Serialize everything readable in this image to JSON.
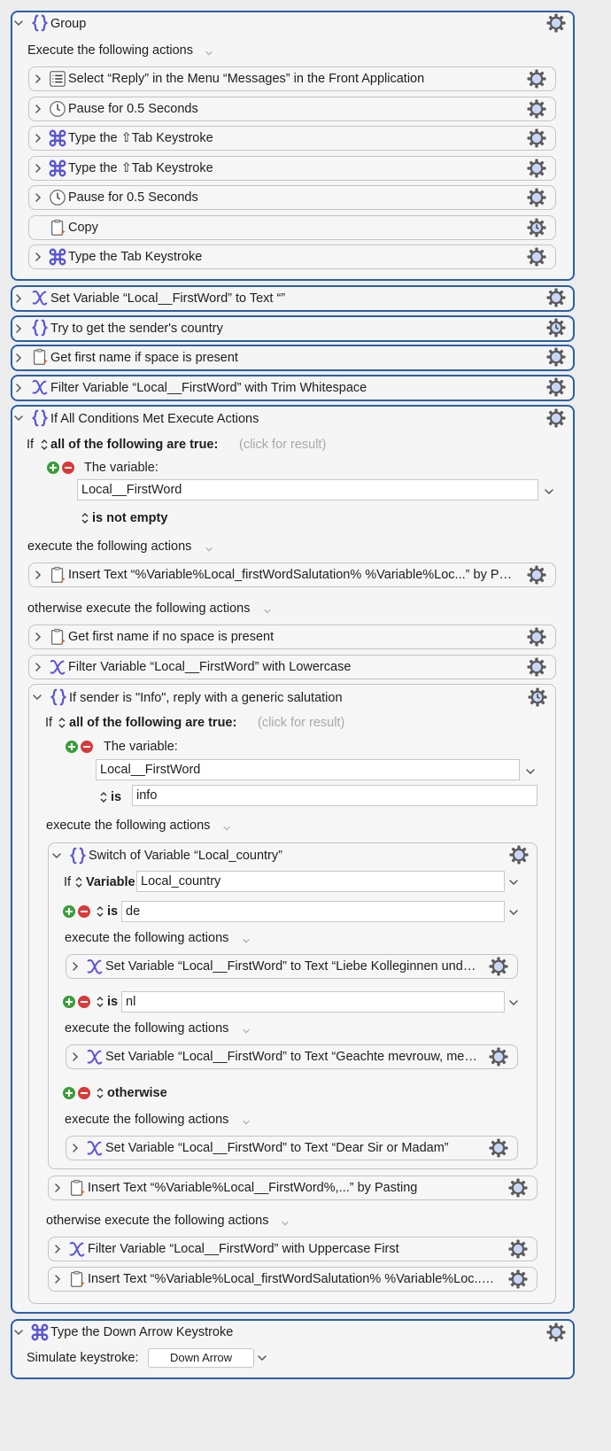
{
  "colors": {
    "accent": "#2d5fa8",
    "icon": "#5a55d6",
    "gear": "#5a5a5a",
    "gear_fill": "#c9d6f5",
    "plus": "#3a9d3a",
    "minus": "#d63a3a"
  },
  "group1": {
    "title": "Group",
    "subheader": "Execute the following actions",
    "actions": [
      {
        "icon": "menu-icon",
        "text": "Select “Reply” in the Menu “Messages” in the Front Application"
      },
      {
        "icon": "clock-icon",
        "text": "Pause for 0.5 Seconds"
      },
      {
        "icon": "command-icon",
        "text": "Type the ⇧Tab Keystroke"
      },
      {
        "icon": "command-icon",
        "text": "Type the ⇧Tab Keystroke"
      },
      {
        "icon": "clock-icon",
        "text": "Pause for 0.5 Seconds"
      },
      {
        "icon": "clipboard-icon",
        "text": "Copy"
      },
      {
        "icon": "command-icon",
        "text": "Type the Tab Keystroke"
      }
    ]
  },
  "top_actions": [
    {
      "icon": "variable-icon",
      "text": "Set Variable “Local__FirstWord” to Text “”"
    },
    {
      "icon": "braces-icon",
      "text": "Try to get the sender's country"
    },
    {
      "icon": "clipboard-icon",
      "text": "Get first name if space is present"
    },
    {
      "icon": "variable-icon",
      "text": "Filter Variable “Local__FirstWord” with Trim Whitespace"
    }
  ],
  "if1": {
    "title": "If All Conditions Met Execute Actions",
    "if_word": "If",
    "condition_mode": "all of the following are true:",
    "click_hint": "(click for result)",
    "variable_label": "The variable:",
    "variable_name": "Local__FirstWord",
    "operator": "is not empty",
    "then_label": "execute the following actions",
    "then_action": "Insert Text “%Variable%Local_firstWordSalutation% %Variable%Loc...” by Pasti...",
    "else_label": "otherwise execute the following actions",
    "else_actions": [
      {
        "icon": "clipboard-icon",
        "text": "Get first name if no space is present"
      },
      {
        "icon": "variable-icon",
        "text": "Filter Variable “Local__FirstWord” with Lowercase"
      }
    ]
  },
  "if2": {
    "title": "If sender is \"Info\", reply with a generic salutation",
    "if_word": "If",
    "condition_mode": "all of the following are true:",
    "click_hint": "(click for result)",
    "variable_label": "The variable:",
    "variable_name": "Local__FirstWord",
    "operator": "is",
    "value": "info",
    "then_label": "execute the following actions",
    "else_label": "otherwise execute the following actions",
    "after_switch_action": "Insert Text “%Variable%Local__FirstWord%,...” by Pasting",
    "else_actions": [
      {
        "icon": "variable-icon",
        "text": "Filter Variable “Local__FirstWord” with Uppercase First"
      },
      {
        "icon": "clipboard-icon",
        "text": "Insert Text “%Variable%Local_firstWordSalutation% %Variable%Loc...” b..."
      }
    ]
  },
  "switch": {
    "title": "Switch of Variable “Local_country”",
    "if_word": "If",
    "source_label": "Variable",
    "source_value": "Local_country",
    "cases": [
      {
        "op": "is",
        "value": "de",
        "exec_label": "execute the following actions",
        "action": "Set Variable “Local__FirstWord” to Text “Liebe Kolleginnen und K..."
      },
      {
        "op": "is",
        "value": "nl",
        "exec_label": "execute the following actions",
        "action": "Set Variable “Local__FirstWord” to Text “Geachte mevrouw, mene..."
      },
      {
        "op": "otherwise",
        "value": "",
        "exec_label": "execute the following actions",
        "action": "Set Variable “Local__FirstWord” to Text “Dear Sir or Madam”"
      }
    ]
  },
  "last": {
    "title": "Type the Down Arrow Keystroke",
    "simulate_label": "Simulate keystroke:",
    "simulate_value": "Down Arrow"
  }
}
